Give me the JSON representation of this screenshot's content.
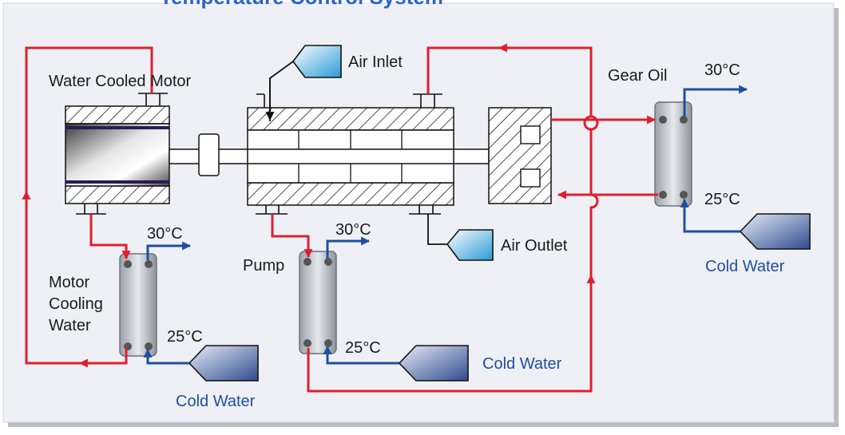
{
  "title": "Temperature Control System",
  "labels": {
    "water_cooled_motor": "Water Cooled Motor",
    "air_inlet": "Air Inlet",
    "air_outlet": "Air Outlet",
    "gear_oil": "Gear Oil",
    "pump": "Pump",
    "motor_cooling_water_1": "Motor",
    "motor_cooling_water_2": "Cooling",
    "motor_cooling_water_3": "Water",
    "temp_motor_hot": "30°C",
    "temp_motor_cold": "25°C",
    "temp_pump_hot": "30°C",
    "temp_pump_cold": "25°C",
    "temp_gear_hot": "30°C",
    "temp_gear_cold": "25°C",
    "cold_water_motor": "Cold Water",
    "cold_water_pump": "Cold Water",
    "cold_water_gear": "Cold Water"
  },
  "colors": {
    "hot_line": "#e01e2e",
    "cold_line": "#1f4fa0",
    "panel": "#eef0f5",
    "title": "#2b63c8"
  }
}
